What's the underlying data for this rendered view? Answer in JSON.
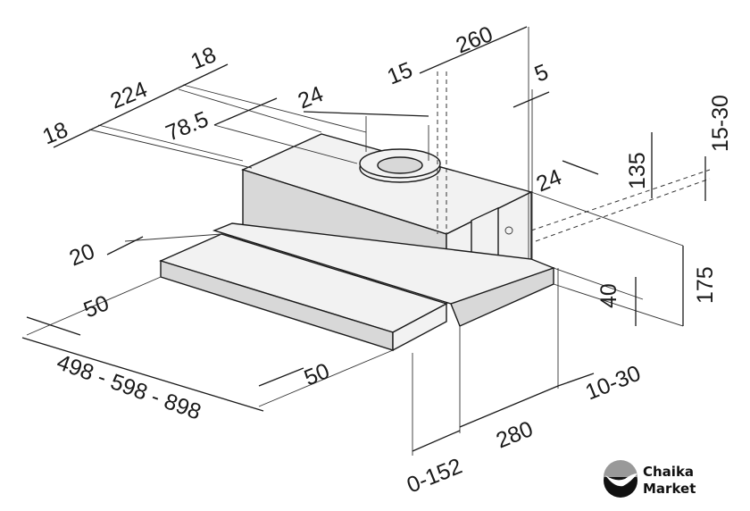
{
  "dimensions": {
    "left_margin_18": "18",
    "width_224": "224",
    "right_margin_18": "18",
    "offset_78_5": "78.5",
    "offset_24_top": "24",
    "offset_15": "15",
    "depth_260": "260",
    "offset_5": "5",
    "offset_24_right": "24",
    "height_135": "135",
    "range_15_30": "15-30",
    "height_175": "175",
    "height_40": "40",
    "offset_20": "20",
    "offset_50_left": "50",
    "width_range": "498 - 598 - 898",
    "offset_50_front": "50",
    "range_10_30": "10-30",
    "depth_280": "280",
    "range_0_152": "0-152"
  },
  "logo": {
    "line1": "Chaika",
    "line2": "Market"
  }
}
